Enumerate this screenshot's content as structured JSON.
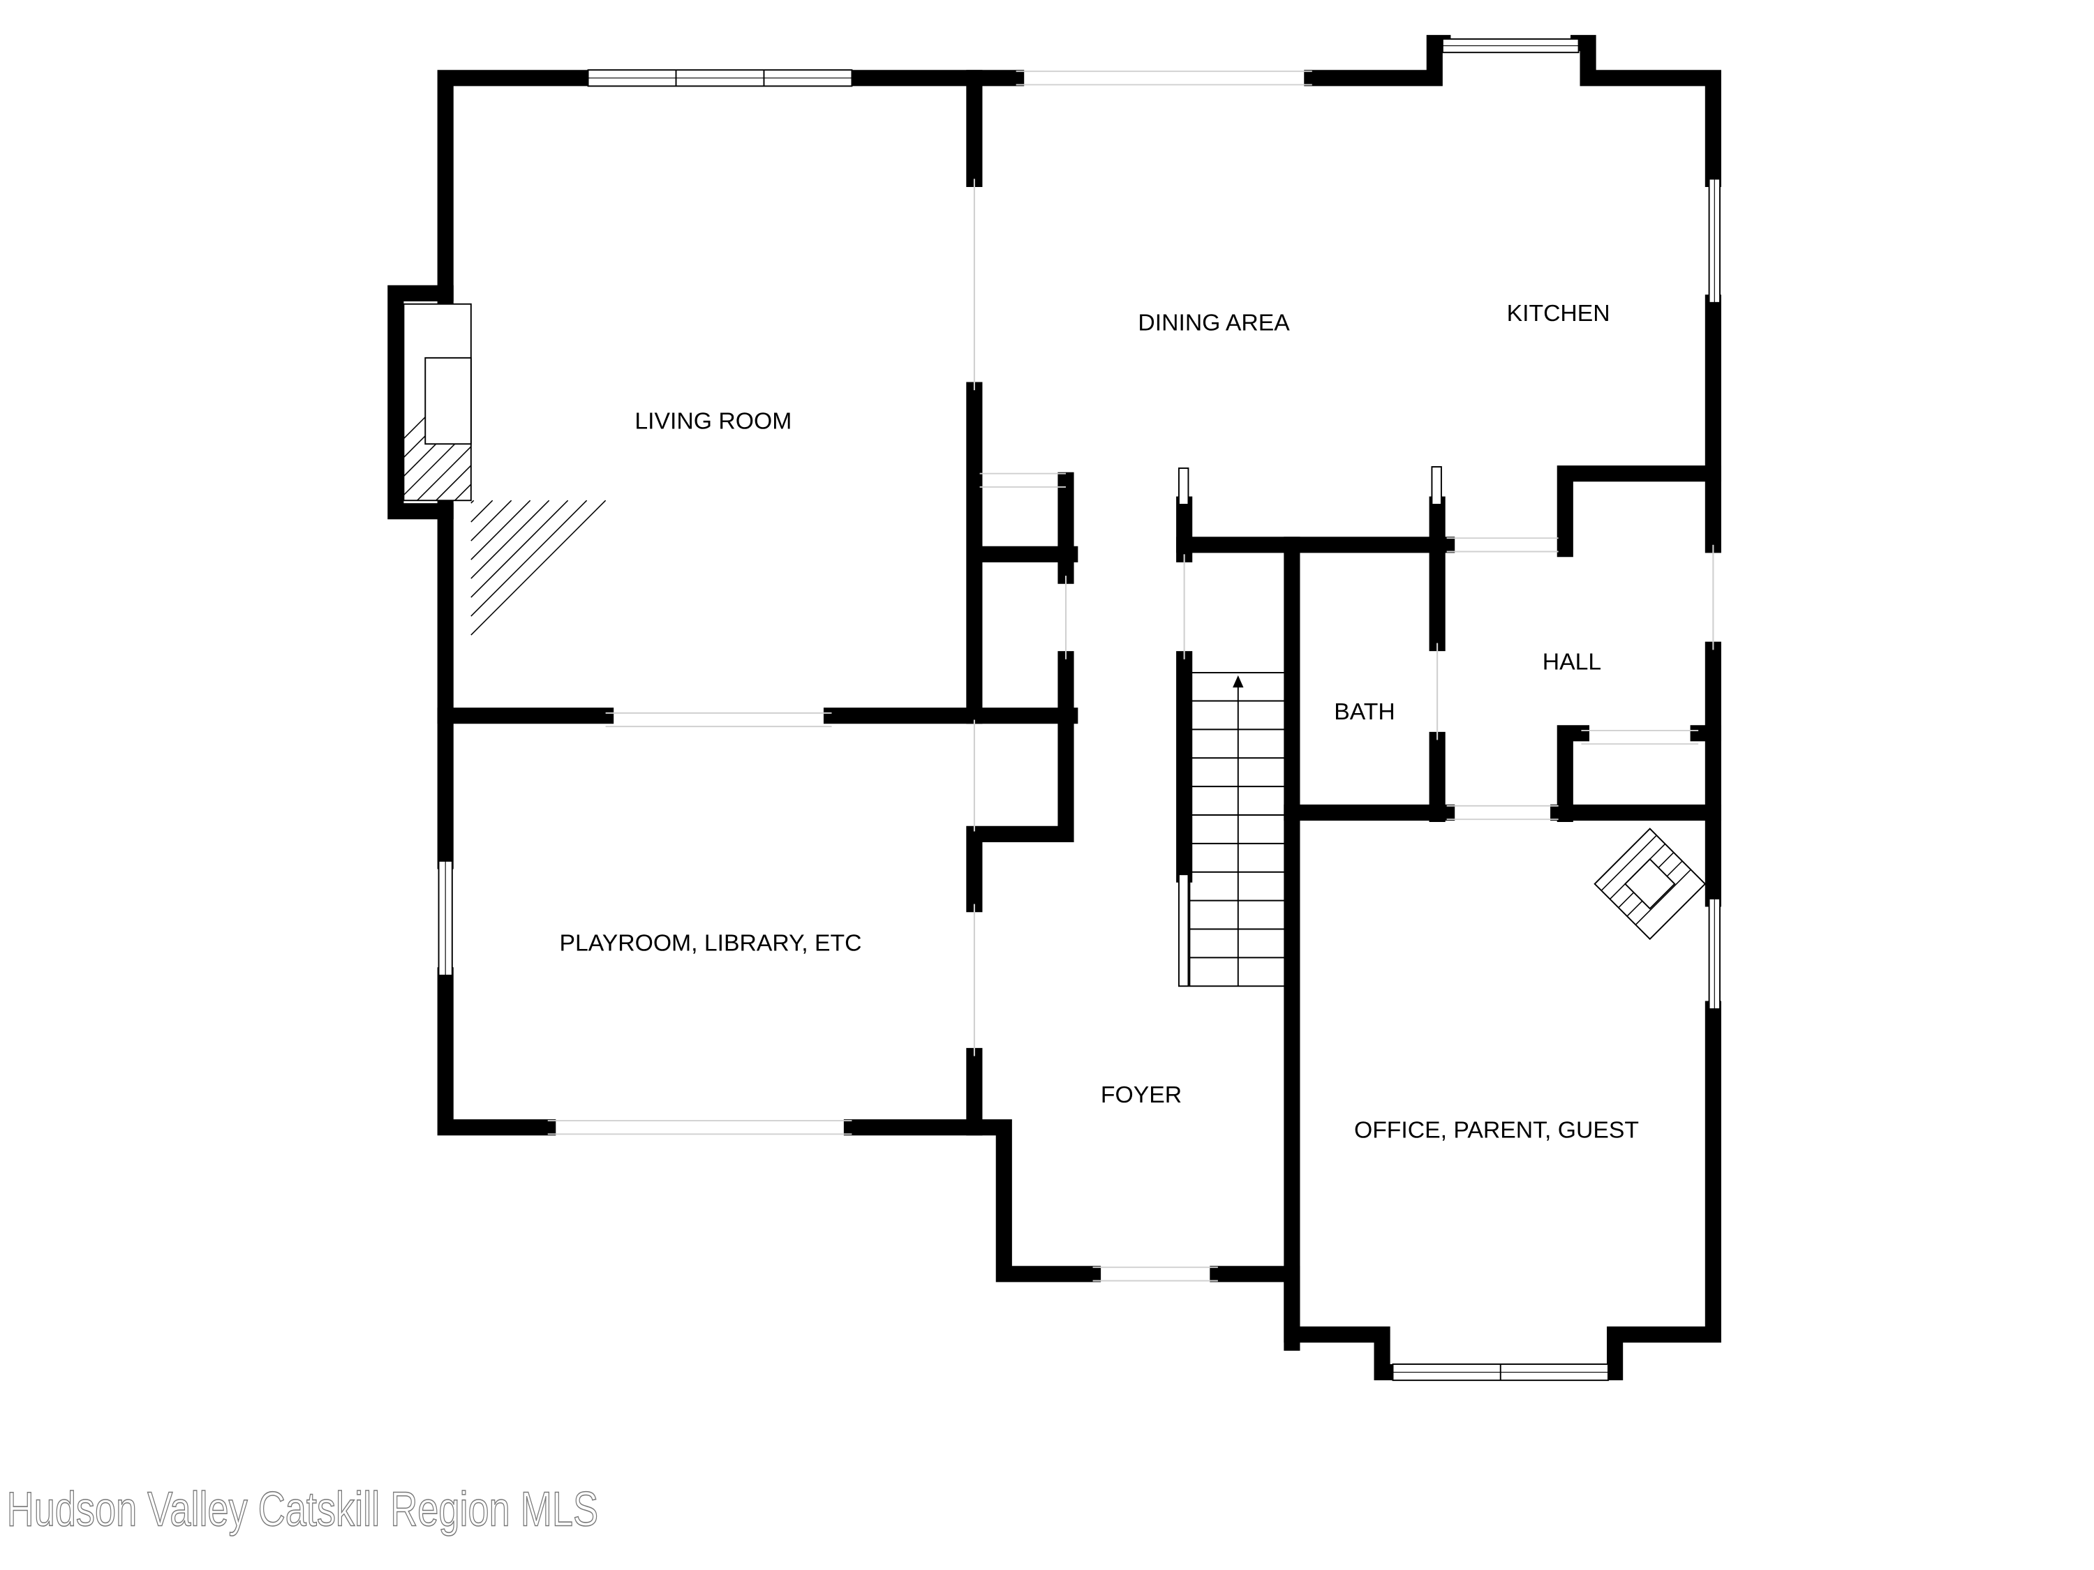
{
  "rooms": {
    "living_room": "LIVING ROOM",
    "dining_area": "DINING AREA",
    "kitchen": "KITCHEN",
    "hall": "HALL",
    "bath": "BATH",
    "playroom": "PLAYROOM, LIBRARY, ETC",
    "foyer": "FOYER",
    "office": "OFFICE, PARENT, GUEST"
  },
  "watermark": "Hudson Valley Catskill Region MLS",
  "colors": {
    "wall": "#000000",
    "background": "#ffffff",
    "opening": "#d0d0d0"
  }
}
